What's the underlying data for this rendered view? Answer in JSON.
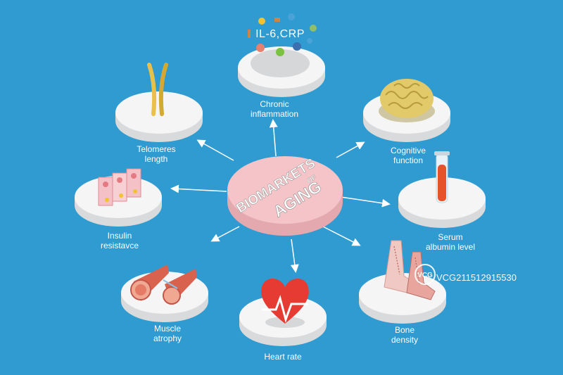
{
  "center": {
    "line1": "BIOMARKETS",
    "line2": "OF",
    "line3": "AGING"
  },
  "nodes": [
    {
      "id": "chronic-inflammation",
      "lines": [
        "Chronic",
        "inflammation"
      ]
    },
    {
      "id": "cognitive-function",
      "lines": [
        "Cognitive",
        "function"
      ]
    },
    {
      "id": "serum-albumin",
      "lines": [
        "Serum",
        "albumin level"
      ]
    },
    {
      "id": "bone-density",
      "lines": [
        "Bone",
        "density"
      ]
    },
    {
      "id": "heart-rate",
      "lines": [
        "Heart rate"
      ]
    },
    {
      "id": "muscle-atrophy",
      "lines": [
        "Muscle",
        "atrophy"
      ]
    },
    {
      "id": "insulin-resistance",
      "lines": [
        "Insulin",
        "resistavce"
      ]
    },
    {
      "id": "telomeres-length",
      "lines": [
        "Telomeres",
        "length"
      ]
    }
  ],
  "il6_label": "IL-6,CRP",
  "watermark": "VCG211512915530",
  "watermark_logo": "VCG",
  "colors": {
    "background": "#2f9bd0",
    "center_disc": "#f4c4c8",
    "disc_top": "#f5f5f5",
    "disc_side": "#d9dadc",
    "arrow": "#ffffff"
  }
}
